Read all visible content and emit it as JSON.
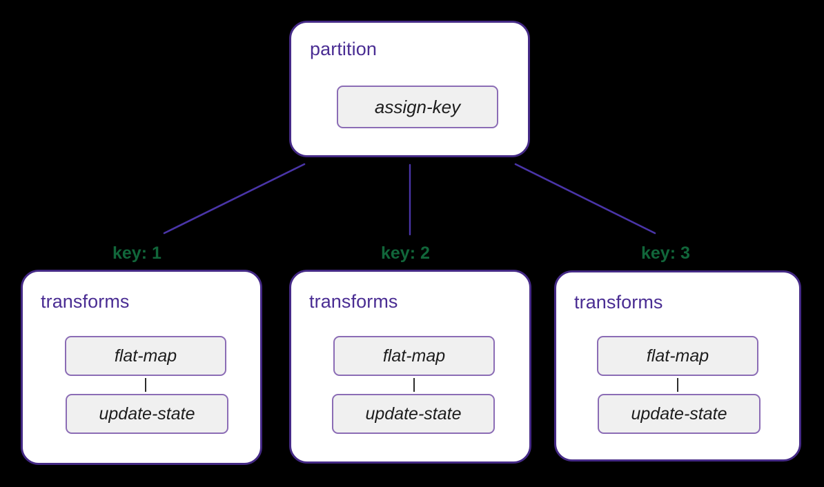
{
  "diagram": {
    "type": "flow-tree",
    "background_color": "#000000",
    "accent_color": "#452a86",
    "node_fill": "#ffffff",
    "op_fill": "#f0f0f0",
    "op_border_color": "#8b6cb5",
    "edge_color": "#4a35a8",
    "key_label_color": "#11663a",
    "root": {
      "title": "partition",
      "operations": [
        {
          "label": "assign-key"
        }
      ]
    },
    "edges": [
      {
        "label": "key: 1"
      },
      {
        "label": "key: 2"
      },
      {
        "label": "key: 3"
      }
    ],
    "children": [
      {
        "title": "transforms",
        "operations": [
          {
            "label": "flat-map"
          },
          {
            "label": "update-state"
          }
        ]
      },
      {
        "title": "transforms",
        "operations": [
          {
            "label": "flat-map"
          },
          {
            "label": "update-state"
          }
        ]
      },
      {
        "title": "transforms",
        "operations": [
          {
            "label": "flat-map"
          },
          {
            "label": "update-state"
          }
        ]
      }
    ]
  }
}
